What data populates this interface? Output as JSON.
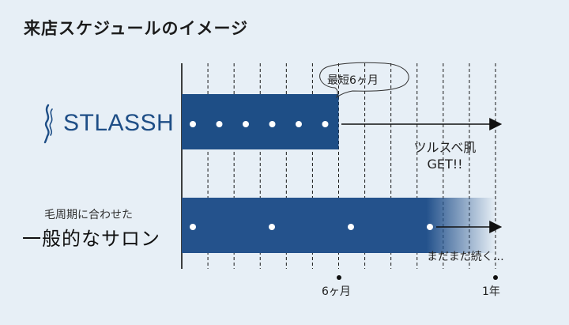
{
  "title": "来店スケジュールのイメージ",
  "brand": {
    "name": "STLASSH",
    "color": "#1e4e86"
  },
  "salon": {
    "subtitle": "毛周期に合わせた",
    "name": "一般的なサロン",
    "color": "#24528c"
  },
  "callout": "最短6ヶ月",
  "result": {
    "line1": "ツルスベ肌",
    "line2": "GET!!"
  },
  "continue_text": "まだまだ続く…",
  "axis": {
    "tick_6": "6ヶ月",
    "tick_12": "1年"
  },
  "schedule": {
    "total_months": 12,
    "stlassh": {
      "bar_end_month": 6,
      "visits": 6
    },
    "salon": {
      "bar_end_month": 12,
      "visits": 4
    }
  }
}
